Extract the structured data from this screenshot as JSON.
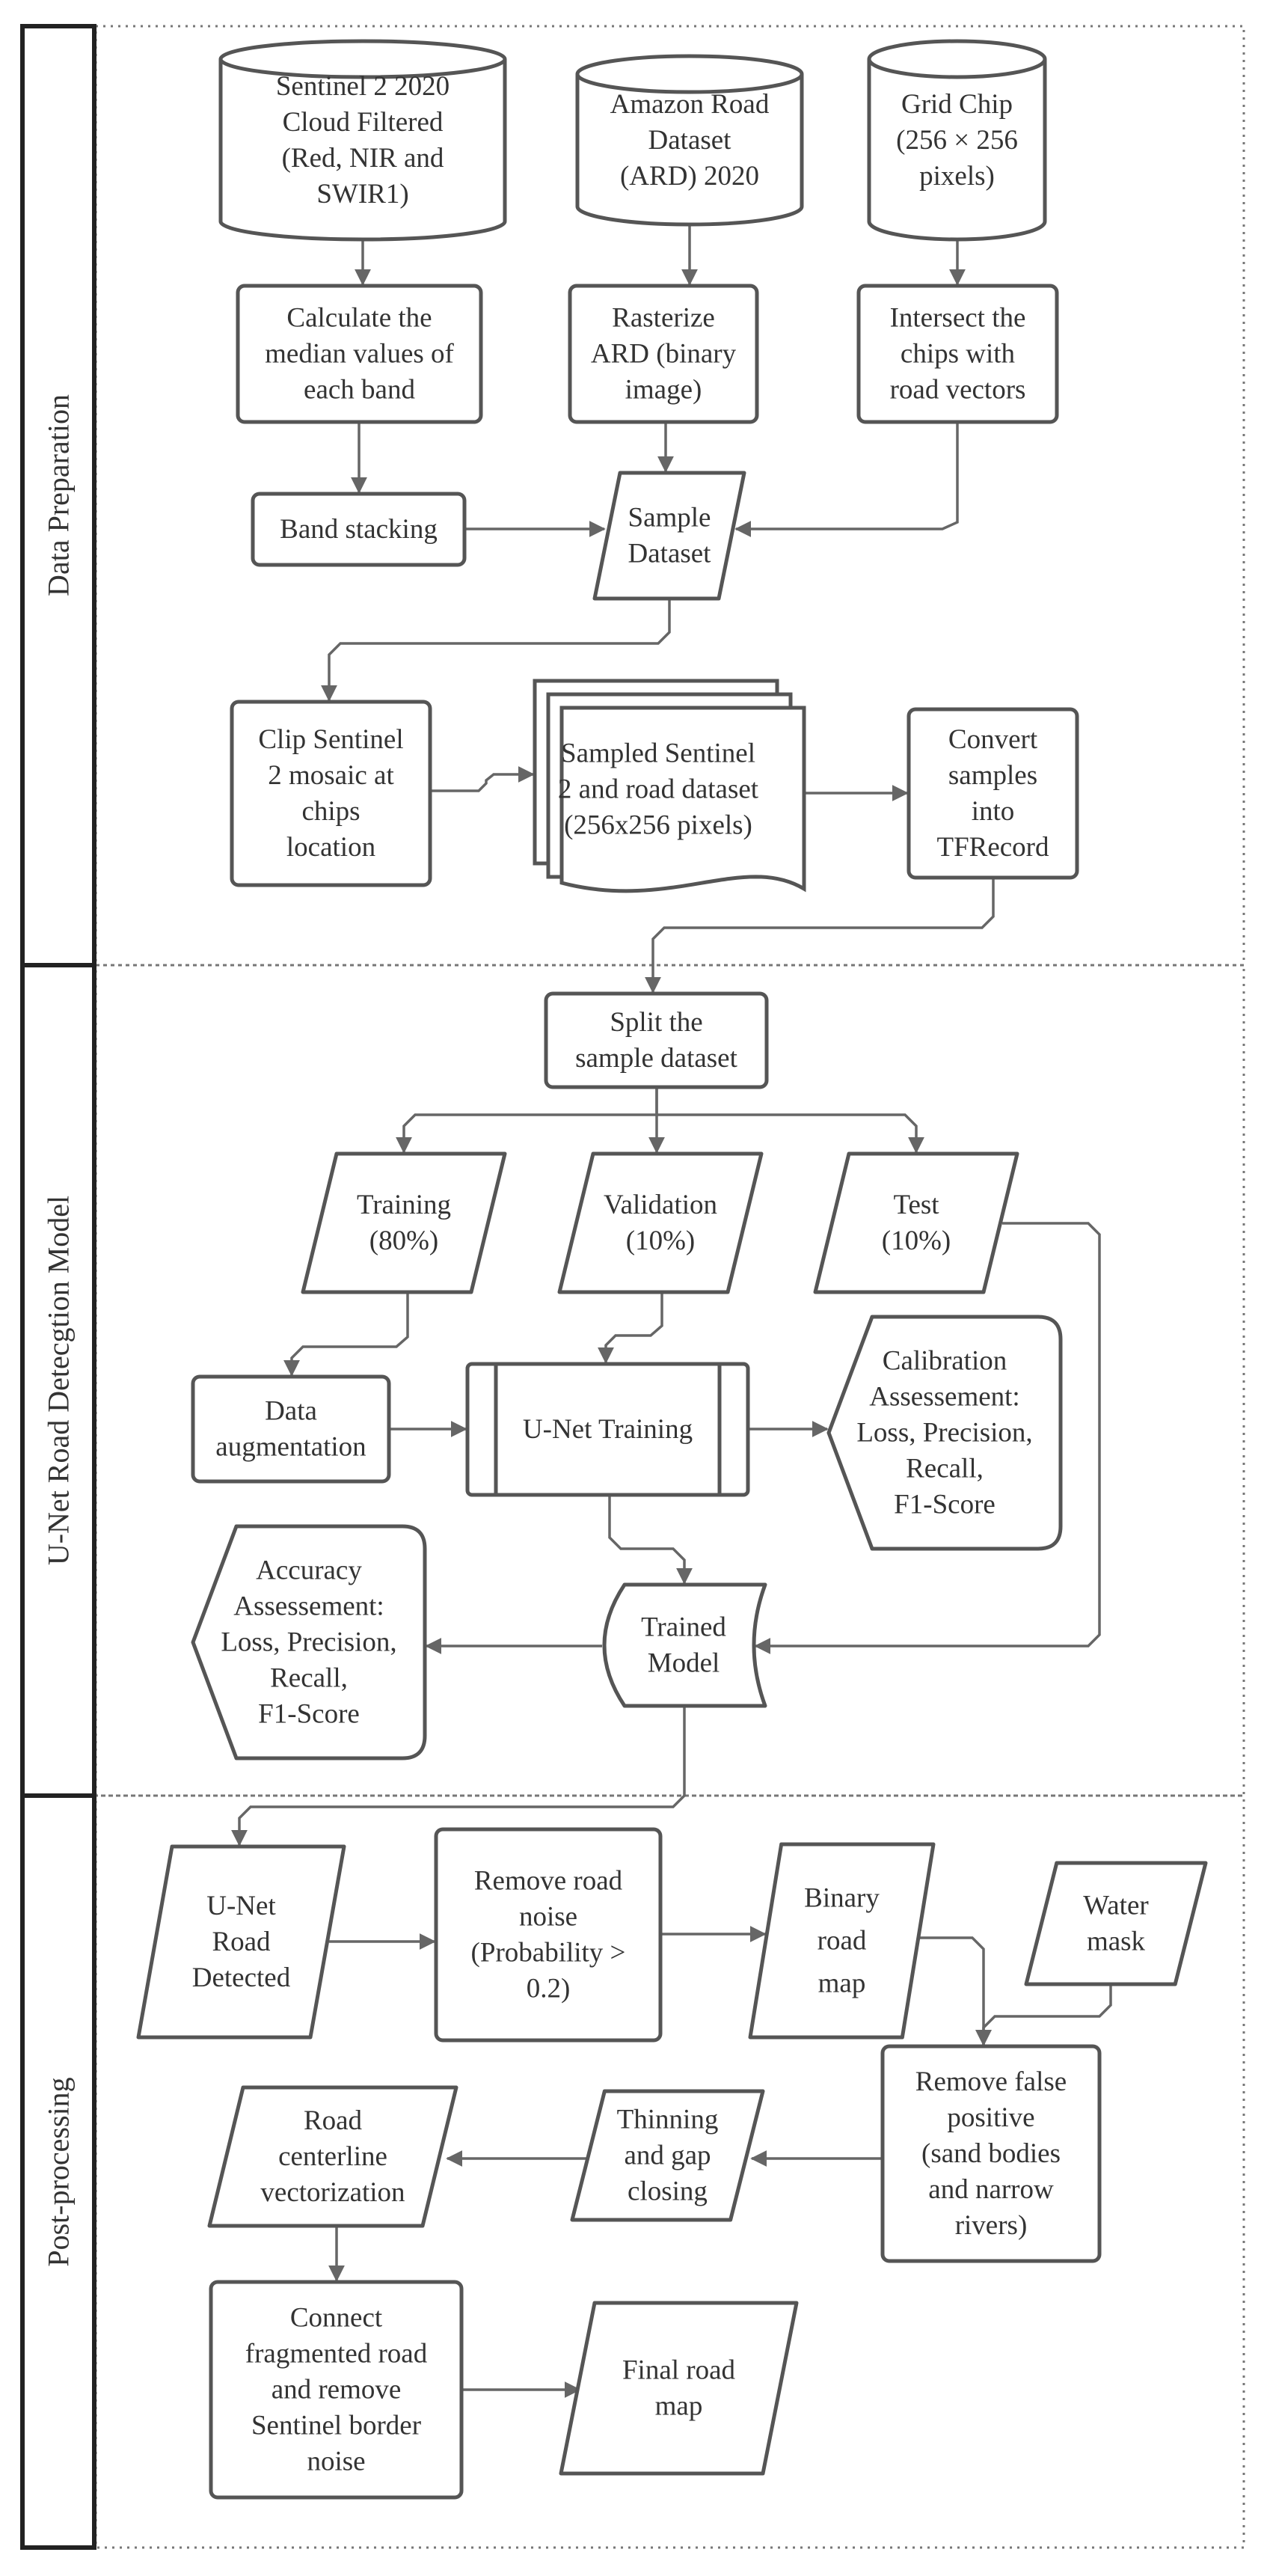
{
  "lanes": [
    {
      "id": "prep",
      "label": "Data Preparation"
    },
    {
      "id": "model",
      "label": "U-Net Road Detecgtion Model"
    },
    {
      "id": "post",
      "label": "Post-processing"
    }
  ],
  "nodes": {
    "sentinel": {
      "shape": "cylinder",
      "lines": [
        "Sentinel 2 2020",
        "Cloud Filtered",
        "(Red, NIR and",
        "SWIR1)"
      ]
    },
    "amazon": {
      "shape": "cylinder",
      "lines": [
        "Amazon Road",
        "Dataset",
        "(ARD) 2020"
      ]
    },
    "grid": {
      "shape": "cylinder",
      "lines": [
        "Grid Chip",
        "(256 × 256",
        "pixels)"
      ]
    },
    "median": {
      "shape": "rect",
      "lines": [
        "Calculate the",
        "median values of",
        "each band"
      ]
    },
    "rasterize": {
      "shape": "rect",
      "lines": [
        "Rasterize",
        "ARD (binary",
        "image)"
      ]
    },
    "intersect": {
      "shape": "rect",
      "lines": [
        "Intersect the",
        "chips with",
        "road vectors"
      ]
    },
    "stacking": {
      "shape": "rect",
      "lines": [
        "Band stacking"
      ]
    },
    "sample_dataset": {
      "shape": "parallelogram",
      "lines": [
        "Sample",
        "Dataset"
      ]
    },
    "clip": {
      "shape": "rect",
      "lines": [
        "Clip Sentinel",
        "2 mosaic at",
        "chips",
        "location"
      ]
    },
    "sampled": {
      "shape": "multi-document",
      "lines": [
        "Sampled Sentinel",
        "2 and road dataset",
        "(256x256 pixels)"
      ]
    },
    "convert": {
      "shape": "rect",
      "lines": [
        "Convert",
        "samples",
        "into",
        "TFRecord"
      ]
    },
    "split": {
      "shape": "rect",
      "lines": [
        "Split  the",
        "sample dataset"
      ]
    },
    "training": {
      "shape": "parallelogram",
      "lines": [
        "Training",
        "(80%)"
      ]
    },
    "validation": {
      "shape": "parallelogram",
      "lines": [
        "Validation",
        "(10%)"
      ]
    },
    "test": {
      "shape": "parallelogram",
      "lines": [
        "Test",
        "(10%)"
      ]
    },
    "augmentation": {
      "shape": "rect",
      "lines": [
        "Data",
        "augmentation"
      ]
    },
    "unet_training": {
      "shape": "predefined-process",
      "lines": [
        "U-Net Training"
      ]
    },
    "calibration": {
      "shape": "display",
      "lines": [
        "Calibration",
        "Assessement:",
        "Loss, Precision,",
        "Recall,",
        "F1-Score"
      ]
    },
    "accuracy": {
      "shape": "display",
      "lines": [
        "Accuracy",
        "Assessement:",
        "Loss, Precision,",
        "Recall,",
        "F1-Score"
      ]
    },
    "trained_model": {
      "shape": "stored-data",
      "lines": [
        "Trained",
        "Model"
      ]
    },
    "unet_detected": {
      "shape": "parallelogram",
      "lines": [
        "U-Net",
        "Road",
        "Detected"
      ]
    },
    "remove_noise": {
      "shape": "rect",
      "lines": [
        "Remove road",
        "noise",
        "(Probability >",
        "0.2)"
      ]
    },
    "binary_map": {
      "shape": "parallelogram",
      "lines": [
        "Binary",
        "road",
        "map"
      ]
    },
    "water_mask": {
      "shape": "parallelogram",
      "lines": [
        "Water",
        "mask"
      ]
    },
    "remove_false": {
      "shape": "rect",
      "lines": [
        "Remove false",
        "positive",
        "(sand bodies",
        "and narrow",
        "rivers)"
      ]
    },
    "thinning": {
      "shape": "parallelogram",
      "lines": [
        "Thinning",
        "and gap",
        "closing"
      ]
    },
    "vectorization": {
      "shape": "parallelogram",
      "lines": [
        "Road",
        "centerline",
        "vectorization"
      ]
    },
    "connect": {
      "shape": "rect",
      "lines": [
        "Connect",
        "fragmented road",
        "and remove",
        "Sentinel border",
        "noise"
      ]
    },
    "final_map": {
      "shape": "parallelogram",
      "lines": [
        "Final road",
        "map"
      ]
    }
  },
  "edges": [
    {
      "from": "sentinel",
      "to": "median"
    },
    {
      "from": "amazon",
      "to": "rasterize"
    },
    {
      "from": "grid",
      "to": "intersect"
    },
    {
      "from": "median",
      "to": "stacking"
    },
    {
      "from": "rasterize",
      "to": "sample_dataset"
    },
    {
      "from": "stacking",
      "to": "sample_dataset"
    },
    {
      "from": "intersect",
      "to": "sample_dataset"
    },
    {
      "from": "sample_dataset",
      "to": "clip"
    },
    {
      "from": "clip",
      "to": "sampled"
    },
    {
      "from": "sampled",
      "to": "convert"
    },
    {
      "from": "convert",
      "to": "split"
    },
    {
      "from": "split",
      "to": "training"
    },
    {
      "from": "split",
      "to": "validation"
    },
    {
      "from": "split",
      "to": "test"
    },
    {
      "from": "training",
      "to": "augmentation"
    },
    {
      "from": "validation",
      "to": "unet_training"
    },
    {
      "from": "augmentation",
      "to": "unet_training"
    },
    {
      "from": "unet_training",
      "to": "calibration"
    },
    {
      "from": "unet_training",
      "to": "trained_model"
    },
    {
      "from": "test",
      "to": "trained_model"
    },
    {
      "from": "trained_model",
      "to": "accuracy"
    },
    {
      "from": "trained_model",
      "to": "unet_detected"
    },
    {
      "from": "unet_detected",
      "to": "remove_noise"
    },
    {
      "from": "remove_noise",
      "to": "binary_map"
    },
    {
      "from": "binary_map",
      "to": "remove_false"
    },
    {
      "from": "water_mask",
      "to": "remove_false"
    },
    {
      "from": "remove_false",
      "to": "thinning"
    },
    {
      "from": "thinning",
      "to": "vectorization"
    },
    {
      "from": "vectorization",
      "to": "connect"
    },
    {
      "from": "connect",
      "to": "final_map"
    }
  ]
}
